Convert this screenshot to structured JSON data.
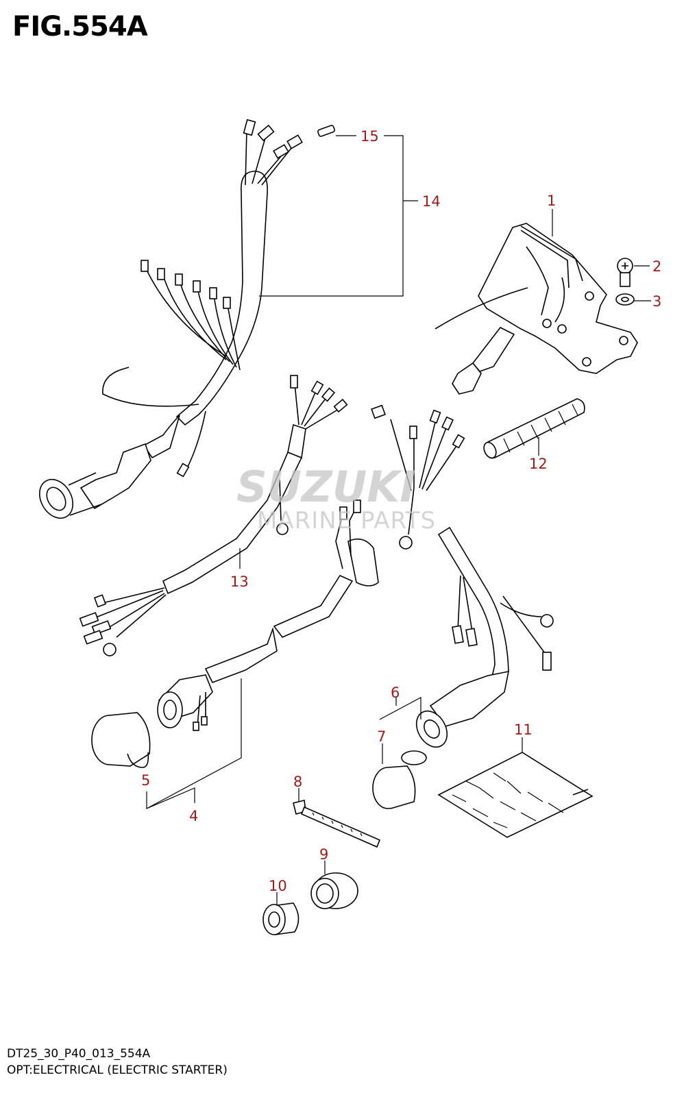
{
  "figure": {
    "title": "FIG.554A",
    "drawing_code": "DT25_30_P40_013_554A",
    "caption": "OPT:ELECTRICAL (ELECTRIC STARTER)"
  },
  "watermark": {
    "brand": "SUZUKI",
    "sub": "MARINE PARTS"
  },
  "callouts": [
    "1",
    "2",
    "3",
    "4",
    "5",
    "6",
    "7",
    "8",
    "9",
    "10",
    "11",
    "12",
    "13",
    "14",
    "15"
  ],
  "colors": {
    "callout": "#9b1a1a",
    "line": "#000000",
    "watermark": "#c6c6c6"
  }
}
